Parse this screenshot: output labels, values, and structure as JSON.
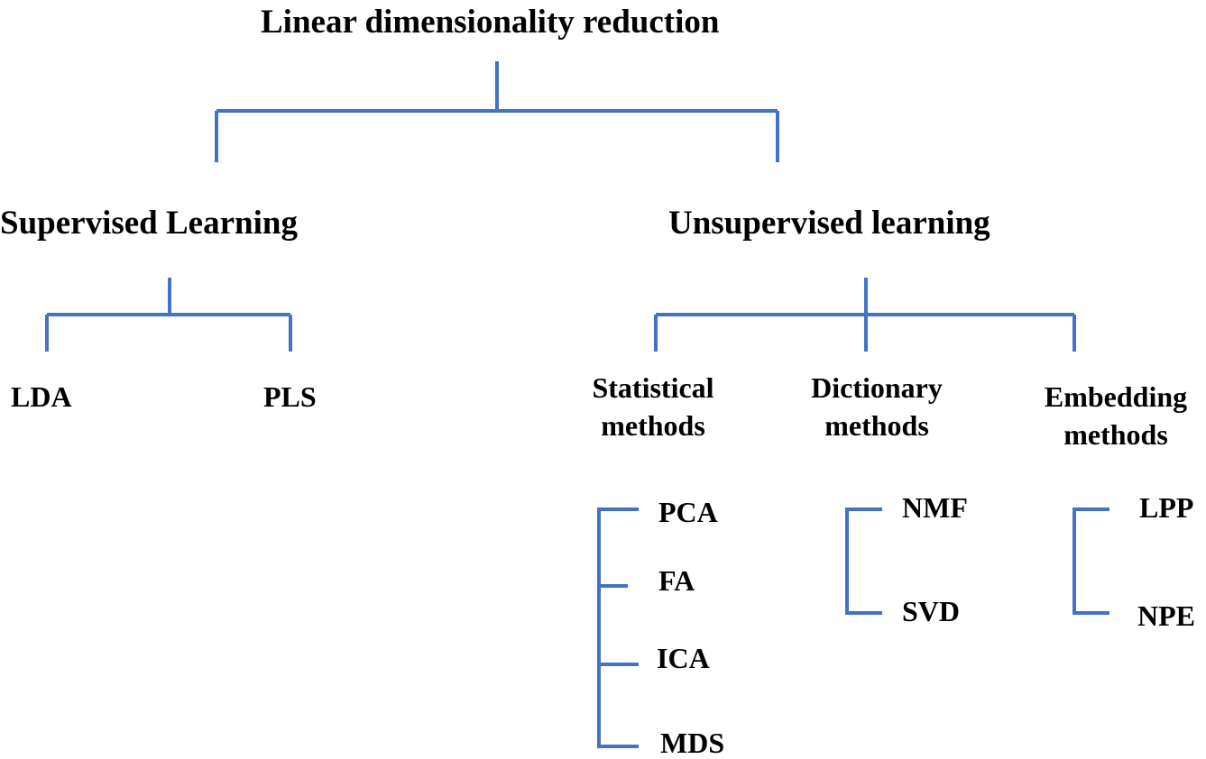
{
  "diagram": {
    "line_color": "#4472c4",
    "root": {
      "label": "Linear dimensionality reduction"
    },
    "supervised": {
      "label": "Supervised Learning",
      "children": [
        "LDA",
        "PLS"
      ]
    },
    "unsupervised": {
      "label": "Unsupervised learning",
      "groups": [
        {
          "line1": "Statistical",
          "line2": "methods",
          "items": [
            "PCA",
            "FA",
            "ICA",
            "MDS"
          ]
        },
        {
          "line1": "Dictionary",
          "line2": "methods",
          "items": [
            "NMF",
            "SVD"
          ]
        },
        {
          "line1": "Embedding",
          "line2": "methods",
          "items": [
            "LPP",
            "NPE"
          ]
        }
      ]
    }
  }
}
